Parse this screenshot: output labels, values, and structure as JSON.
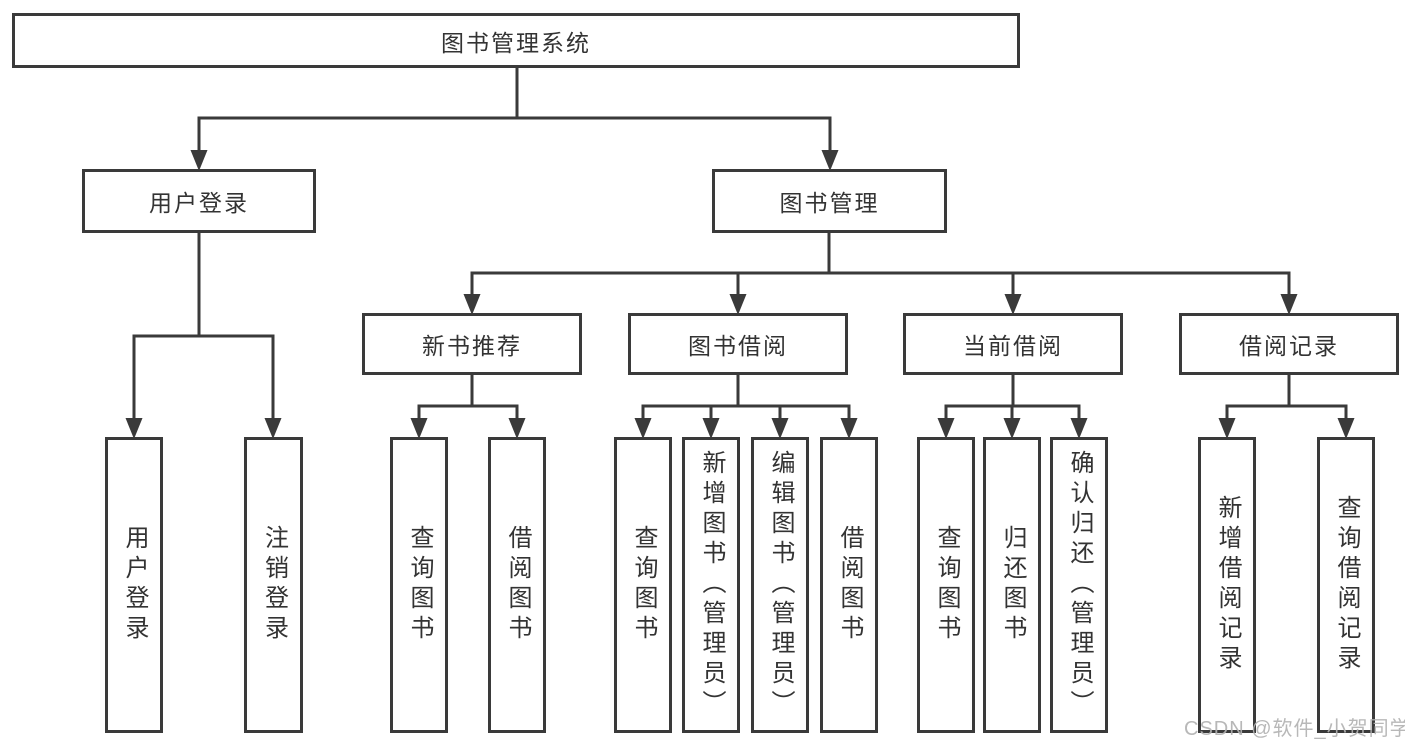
{
  "diagram": {
    "root": {
      "label": "图书管理系统"
    },
    "branches": [
      {
        "label": "用户登录",
        "children": [
          {
            "label": "用户登录"
          },
          {
            "label": "注销登录"
          }
        ]
      },
      {
        "label": "图书管理",
        "children": [
          {
            "label": "新书推荐",
            "children": [
              {
                "label": "查询图书"
              },
              {
                "label": "借阅图书"
              }
            ]
          },
          {
            "label": "图书借阅",
            "children": [
              {
                "label": "查询图书"
              },
              {
                "label": "新增图书（管理员）"
              },
              {
                "label": "编辑图书（管理员）"
              },
              {
                "label": "借阅图书"
              }
            ]
          },
          {
            "label": "当前借阅",
            "children": [
              {
                "label": "查询图书"
              },
              {
                "label": "归还图书"
              },
              {
                "label": "确认归还（管理员）"
              }
            ]
          },
          {
            "label": "借阅记录",
            "children": [
              {
                "label": "新增借阅记录"
              },
              {
                "label": "查询借阅记录"
              }
            ]
          }
        ]
      }
    ]
  },
  "watermark": {
    "text": "CSDN @软件_小贺同学"
  },
  "colors": {
    "line": "#3a3a3a",
    "text": "#333333",
    "background": "#ffffff",
    "watermark": "#b2b2b2"
  }
}
